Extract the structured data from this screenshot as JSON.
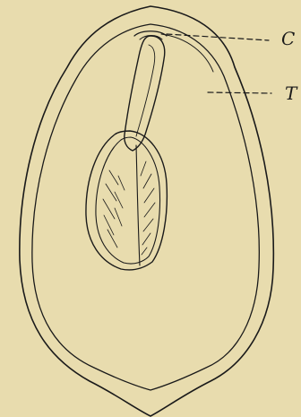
{
  "figure": {
    "labels": [
      {
        "id": "C",
        "text": "C"
      },
      {
        "id": "T",
        "text": "T"
      }
    ],
    "colors": {
      "background": "#e8dcae",
      "ink": "#1a1a1a"
    }
  }
}
